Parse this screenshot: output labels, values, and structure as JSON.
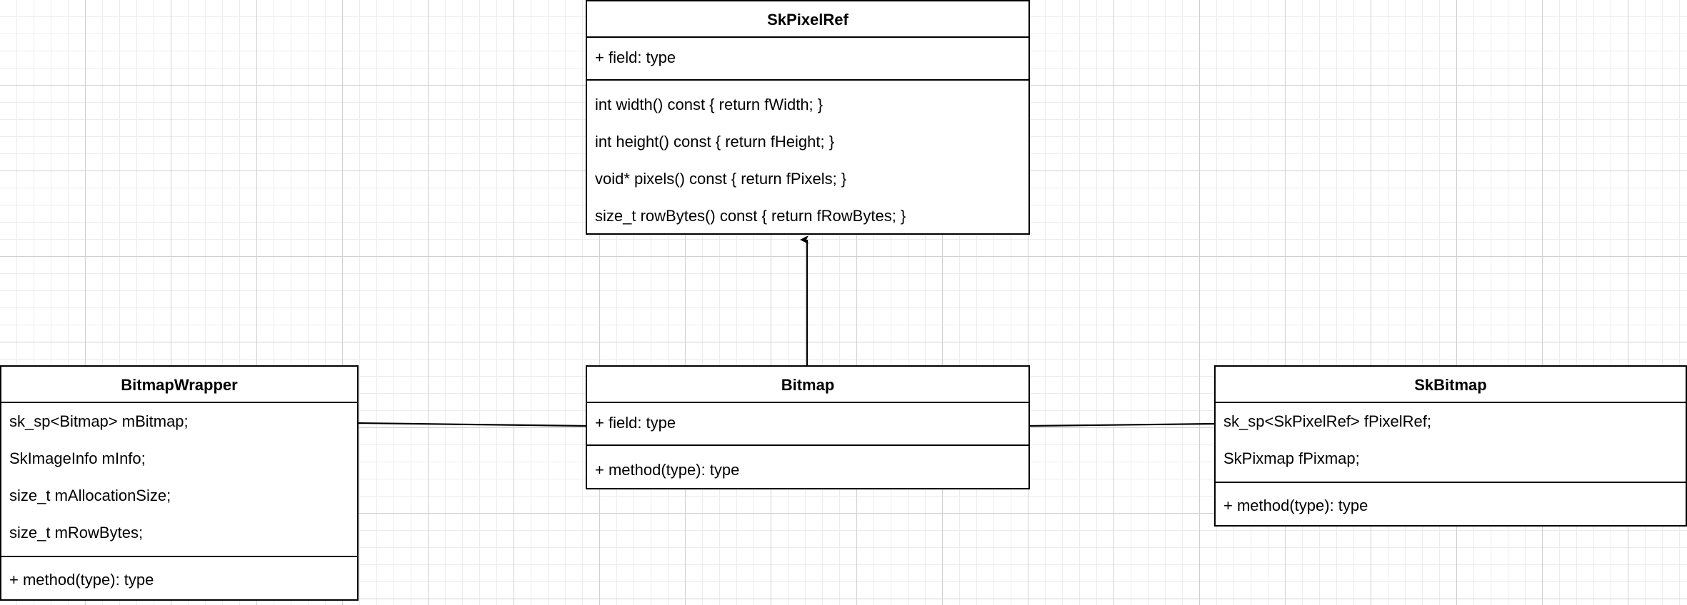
{
  "diagram": {
    "classes": {
      "skpixelref": {
        "name": "SkPixelRef",
        "fields": [
          "+ field: type"
        ],
        "methods": [
          "int width() const { return fWidth; }",
          "int height() const { return fHeight; }",
          "void* pixels() const { return fPixels; }",
          "size_t rowBytes() const { return fRowBytes; }"
        ]
      },
      "bitmapwrapper": {
        "name": "BitmapWrapper",
        "fields": [
          "sk_sp<Bitmap> mBitmap;",
          "SkImageInfo mInfo;",
          "size_t mAllocationSize;",
          "size_t mRowBytes;"
        ],
        "methods": [
          "+ method(type): type"
        ]
      },
      "bitmap": {
        "name": "Bitmap",
        "fields": [
          "+ field: type"
        ],
        "methods": [
          "+ method(type): type"
        ]
      },
      "skbitmap": {
        "name": "SkBitmap",
        "fields": [
          "sk_sp<SkPixelRef> fPixelRef;",
          "SkPixmap fPixmap;"
        ],
        "methods": [
          "+ method(type): type"
        ]
      }
    },
    "relations": [
      {
        "from": "Bitmap",
        "to": "SkPixelRef",
        "kind": "arrow"
      },
      {
        "from": "BitmapWrapper",
        "to": "Bitmap",
        "kind": "association"
      },
      {
        "from": "Bitmap",
        "to": "SkBitmap",
        "kind": "association"
      }
    ],
    "colors": {
      "line": "#000000",
      "grid": "#d0d0d0",
      "background": "#ffffff"
    }
  }
}
